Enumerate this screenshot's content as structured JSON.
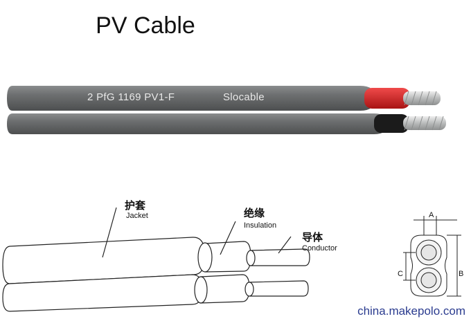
{
  "title": "PV Cable",
  "cable": {
    "print_code": "2 PfG 1169 PV1-F",
    "print_brand": "Slocable",
    "colors": {
      "jacket": "#6d6f70",
      "red_core": "#d12626",
      "black_core": "#1b1b1b",
      "conductor": "#cfd0d0"
    }
  },
  "labels": {
    "jacket_zh": "护套",
    "jacket_en": "Jacket",
    "insulation_zh": "绝缘",
    "insulation_en": "Insulation",
    "conductor_zh": "导体",
    "conductor_en": "Conductor"
  },
  "dimensions": {
    "a": "A",
    "b": "B",
    "c": "C"
  },
  "watermark": "china.makepolo.com"
}
